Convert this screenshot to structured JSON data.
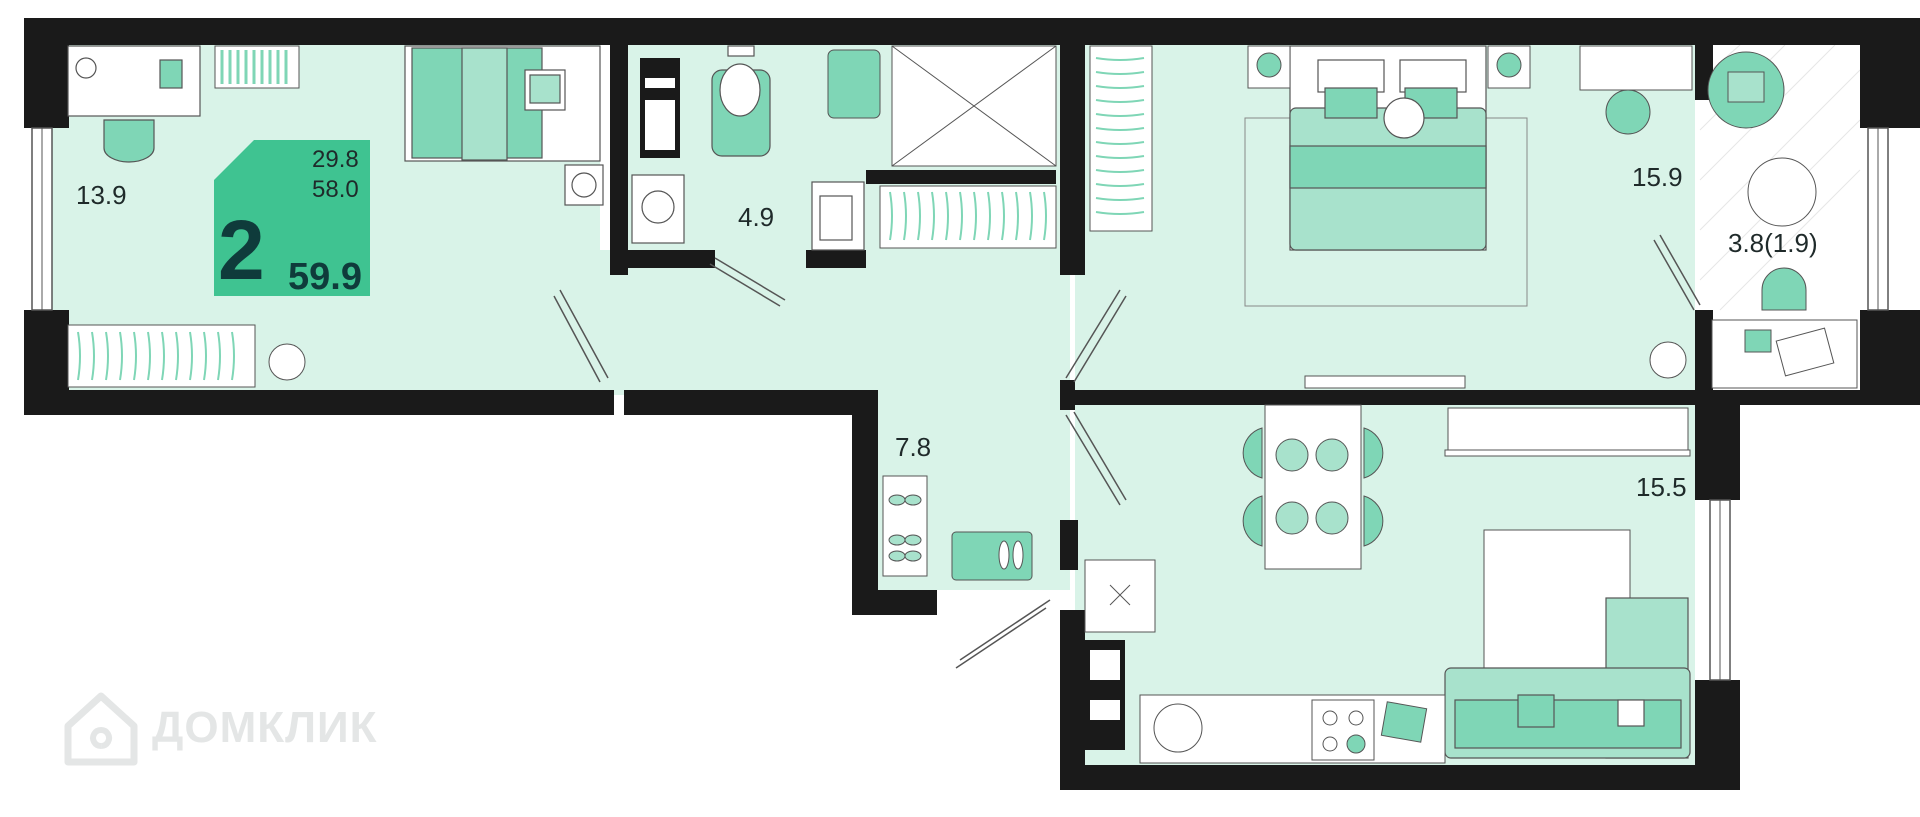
{
  "apartment": {
    "rooms": "2",
    "total_area": "59.9",
    "living_area": "29.8",
    "kitchen_area": "58.0"
  },
  "rooms": {
    "bedroom_left": "13.9",
    "bathroom": "4.9",
    "hallway": "7.8",
    "bedroom_right": "15.9",
    "balcony": "3.8(1.9)",
    "kitchen_living": "15.5"
  },
  "watermark": "ДОМКЛИК",
  "colors": {
    "floor": "#d9f3e8",
    "wall": "#1a1a1a",
    "furniture": "#7fd6b6",
    "furniture_light": "#a8e2cc",
    "badge": "#3fc391",
    "text": "#1f2a2a"
  },
  "icons": [
    "house-logo-icon",
    "bed-icon",
    "sofa-icon",
    "stove-icon",
    "sink-icon",
    "toilet-icon",
    "shower-icon",
    "plant-icon",
    "shoe-icon"
  ]
}
